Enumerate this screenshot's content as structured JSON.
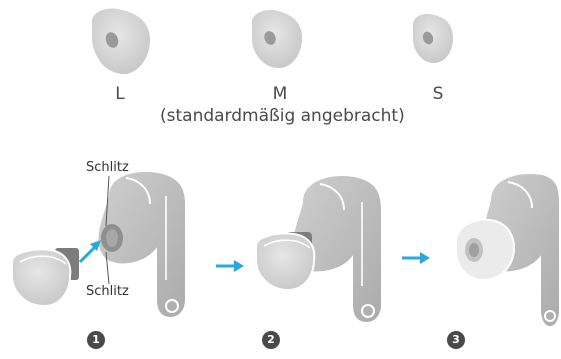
{
  "sizes": [
    {
      "label": "L"
    },
    {
      "label": "M"
    },
    {
      "label": "S"
    }
  ],
  "default_note": "(standardmäßig angebracht)",
  "slot_labels": {
    "top": "Schlitz",
    "bottom": "Schlitz"
  },
  "steps": [
    "1",
    "2",
    "3"
  ],
  "colors": {
    "tip_gray": "#c8c8c8",
    "tip_light": "#dcdcdc",
    "earbud_body": "#bdbdbd",
    "earbud_outline": "#ffffff",
    "arrow_blue": "#27a8e0",
    "step_badge": "#4a4a4a"
  },
  "icons": {
    "step_arrow": "arrow-right-icon",
    "insert_arrow": "arrow-up-right-icon"
  }
}
